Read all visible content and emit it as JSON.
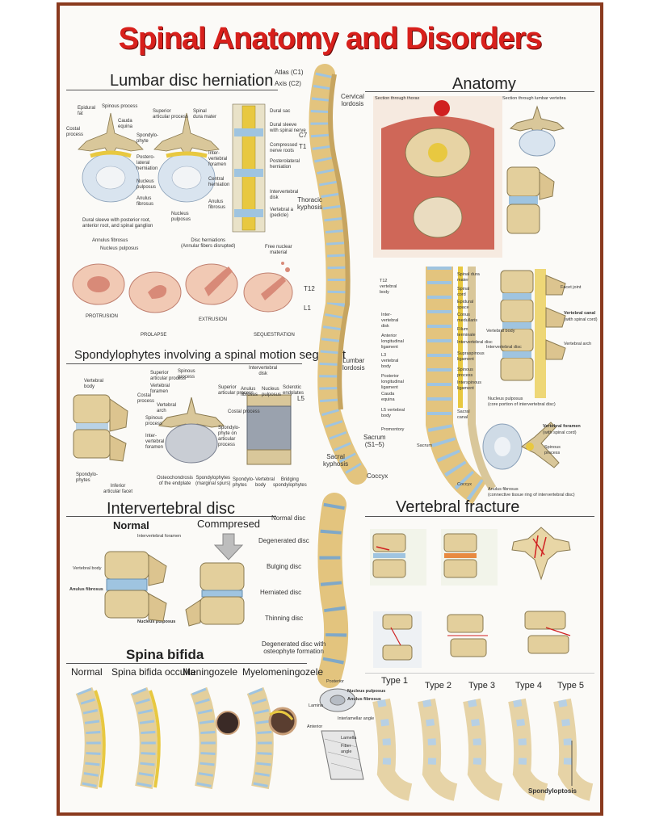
{
  "title": "Spinal Anatomy and Disorders",
  "sections": {
    "lumbar": "Lumbar disc herniation",
    "anatomy": "Anatomy",
    "spondylo": "Spondylophytes involving a spinal motion segment",
    "intervertebral": "Intervertebral disc",
    "fracture": "Vertebral fracture",
    "bifida": "Spina bifida"
  },
  "spine_labels": {
    "atlas": "Atlas (C1)",
    "axis": "Axis (C2)",
    "cervical": "Cervical\nlordosis",
    "c7": "C7",
    "t1": "T1",
    "thoracic": "Thoracic\nkyphosis",
    "t12": "T12",
    "l1": "L1",
    "lumbar": "Lumbar\nlordosis",
    "l5": "L5",
    "sacrum": "Sacrum\n(S1–5)",
    "sacral": "Sacral\nkyphosis",
    "coccyx": "Coccyx"
  },
  "herniation_labels": {
    "epidural": "Epidural\nfat",
    "spinous": "Spinous process",
    "cauda": "Cauda\nequina",
    "costal": "Costal\nprocess",
    "spondylophyte": "Spondylo-\nphyte",
    "posterolateral": "Postero-\nlateral\nherniation",
    "nucleus": "Nucleus\npulposus",
    "anulus": "Anulus\nfibrosus",
    "superior": "Superior\narticular process",
    "dura": "Spinal\ndura mater",
    "interforamen": "Inter-\nvertebral\nforamen",
    "central": "Central\nherniation",
    "nucleus2": "Nucleus\npulposus",
    "anulus2": "Anulus\nfibrosus",
    "nucleus3": "Nucleus\npulposus",
    "duralsleeve": "Dural sleeve with posterior root,\nanterior root, and spinal ganglion",
    "duralsac": "Dural sac",
    "duralsleeve2": "Dural sleeve\nwith spinal nerve",
    "compressed": "Compressed\nnerve roots",
    "posterolateral2": "Posterolateral\nherniation",
    "intervertebraldisk": "Intervertebral\ndisk",
    "pedicle": "Vertebral a\n(pedicle)"
  },
  "stages": {
    "annulus": "Annulus fibrosus",
    "nucleus": "Nucleus pulposus",
    "herniations": "Disc herniations\n(Annular fibers disrupted)",
    "free": "Free nuclear\nmaterial",
    "protrusion": "PROTRUSION",
    "prolapse": "PROLAPSE",
    "extrusion": "EXTRUSION",
    "sequestration": "SEQUESTRATION"
  },
  "spondylo_labels": {
    "supsp": "Superior\narticular process",
    "vbody": "Vertebral\nbody",
    "costal": "Costal\nprocess",
    "spinous": "Spinous\nprocess",
    "interforamen": "Inter-\nvertebral\nforamen",
    "spondylophytes": "Spondylo-\nphytes",
    "inferior": "Inferior\narticular facet",
    "vforamen": "Vertebral\nforamen",
    "varch": "Vertebral\narch",
    "spinous2": "Spinous\nprocess",
    "superior2": "Superior\narticular process",
    "costal2": "Costal process",
    "spondonart": "Spondylo-\nphyte on\narticular\nprocess",
    "osteochondrosis": "Osteochondrosis\nof the endplate",
    "marginal": "Spondylophytes\n(marginal spurs)",
    "ivdisk": "Intervertebral\ndisk",
    "anulus": "Anulus\nfibrosus",
    "nucleus": "Nucleus\npulposus",
    "sclerotic": "Sclerotic\nendplates",
    "spondylophytes2": "Spondylo-\nphytes",
    "vbody2": "Vertebral\nbody",
    "bridging": "Bridging\nspondylophytes"
  },
  "anatomy_labels": {
    "section1": "Section through thorax",
    "section2": "Section through lumbar vertebra",
    "facet": "Facet joint",
    "vcanal": "Vertebral canal",
    "vcanal2": "(with spinal cord)",
    "varch": "Vertebral arch",
    "vbody": "Vertebral body",
    "ivdisc": "Intervertebral disc",
    "np": "Nucleus pulposus\n(core portion of intervertebral disc)",
    "vforamen": "Vertebral foramen",
    "vforamen2": "(with spinal cord)",
    "spinous": "Spinous\nprocess",
    "af": "Anulus fibrosus\n(connective tissue ring of intervertebral disc)",
    "t12vb": "T12\nvertebral\nbody",
    "dura": "Spinal dura\nmater",
    "cord": "Spinal\ncord",
    "epidural": "Epidural\nspace",
    "conus": "Conus\nmedullaris",
    "interdisk": "Inter-\nvertebral\ndisk",
    "ant": "Anterior\nlongitudinal\nligament",
    "filum": "Filum\nterminale",
    "ivd": "Intervertebral disc",
    "l3": "L3\nvertebral\nbody",
    "supra": "Supraspinous\nligament",
    "post": "Posterior\nlongitudinal\nligament",
    "cauda": "Cauda\nequina",
    "inter": "Interspinous\nligament",
    "l5": "L5 vertebral\nbody",
    "promontory": "Promontory",
    "sacral": "Sacral\ncanal",
    "sacrum": "Sacrum",
    "coccyx": "Coccyx"
  },
  "disc_labels": {
    "normal": "Normal",
    "compressed": "Commpresed",
    "iforamen": "Intervertebral foramen",
    "vbody": "Vertebral body",
    "af": "Anulus fibrosus",
    "np": "Nucleus pulposus"
  },
  "degeneration": {
    "normal": "Normal disc",
    "degenerated": "Degenerated disc",
    "bulging": "Bulging disc",
    "herniated": "Herniated disc",
    "thinning": "Thinning disc",
    "osteophyte": "Degenerated disc with\nosteophyte formation"
  },
  "bifida_labels": {
    "normal": "Normal",
    "occulta": "Spina bifida occulta",
    "meningozele": "Meningozele",
    "myelo": "Myelomeningozele"
  },
  "disc_inset": {
    "posterior": "Posterior",
    "nucleus": "Nucleus pulposus",
    "anulus": "Anulus fibrosus",
    "lamina": "Lamina",
    "anterior": "Anterior",
    "interlam": "Interlamellar angle",
    "lamella": "Lamella",
    "fiber": "Fiber\nangle"
  },
  "fracture_types": [
    "Type 1",
    "Type 2",
    "Type 3",
    "Type 4",
    "Type 5"
  ],
  "spondyloptosis": "Spondyloptosis",
  "colors": {
    "title": "#d8201c",
    "border": "#8a3a1e",
    "bone": "#e8d3a0",
    "disc": "#9fc4e0",
    "nerve": "#e8c840",
    "muscle": "#c85040"
  }
}
